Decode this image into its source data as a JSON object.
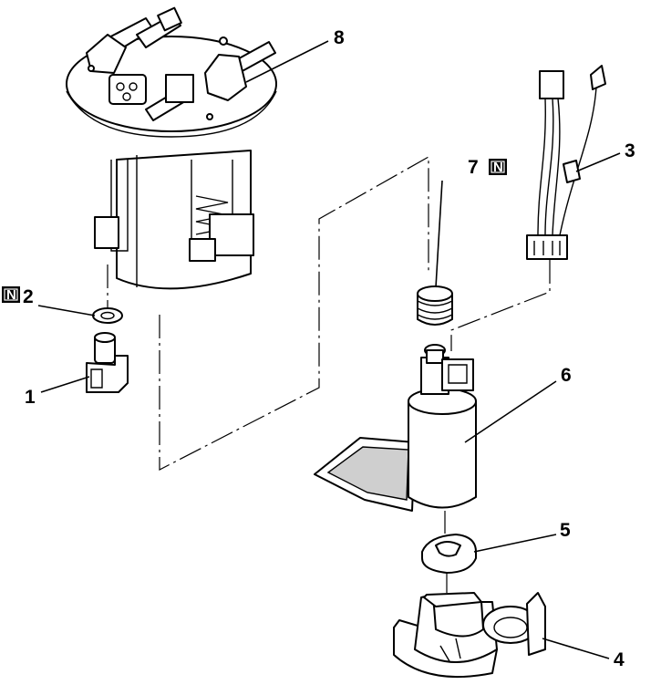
{
  "diagram": {
    "parts": [
      {
        "id": "1",
        "label": "1",
        "new_part": false
      },
      {
        "id": "2",
        "label": "2",
        "new_part": true
      },
      {
        "id": "3",
        "label": "3",
        "new_part": false
      },
      {
        "id": "4",
        "label": "4",
        "new_part": false
      },
      {
        "id": "5",
        "label": "5",
        "new_part": false
      },
      {
        "id": "6",
        "label": "6",
        "new_part": false
      },
      {
        "id": "7",
        "label": "7",
        "new_part": true
      },
      {
        "id": "8",
        "label": "8",
        "new_part": false
      }
    ],
    "new_part_symbol": "N"
  }
}
